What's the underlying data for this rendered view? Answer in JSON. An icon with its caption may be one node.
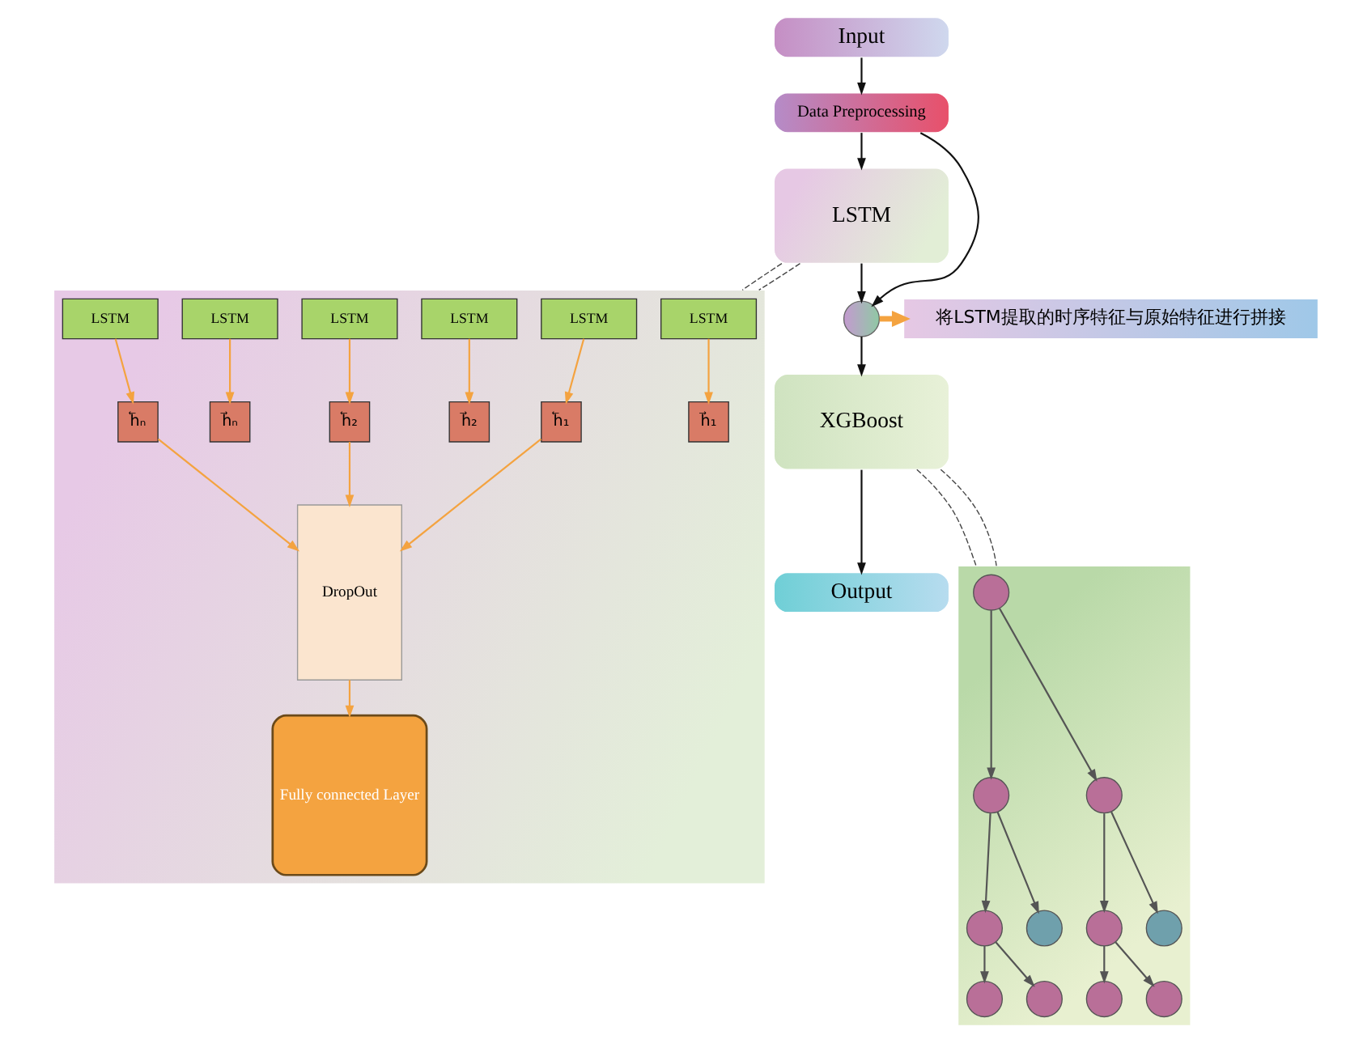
{
  "diagram": {
    "nodes": [
      {
        "text": [
          "Input"
        ]
      },
      {
        "text": [
          "Data Preprocessing"
        ]
      },
      {
        "text": [
          "LSTM"
        ]
      },
      {
        "text": [],
        "shape": "circle"
      },
      {
        "text": [
          "XGBoost"
        ]
      },
      {
        "text": [
          "Output"
        ]
      },
      {
        "text": [],
        "shape": "box"
      },
      {
        "text": [
          "LSTM"
        ],
        "in": 6
      },
      {
        "text": [
          "LSTM"
        ],
        "in": 6
      },
      {
        "text": [
          "LSTM"
        ],
        "in": 6
      },
      {
        "text": [
          "LSTM"
        ],
        "in": 6
      },
      {
        "text": [
          "LSTM"
        ],
        "in": 6
      },
      {
        "text": [
          "LSTM"
        ],
        "in": 6
      },
      {
        "text": [
          "h⃗₁"
        ],
        "in": 6
      },
      {
        "text": [
          "h⃖₁"
        ],
        "in": 6
      },
      {
        "text": [
          "h⃗₂"
        ],
        "in": 6
      },
      {
        "text": [
          "h⃖₂"
        ],
        "in": 6
      },
      {
        "text": [
          "h⃗ₙ"
        ],
        "in": 6
      },
      {
        "text": [
          "h⃖ₙ"
        ],
        "in": 6
      },
      {
        "text": [
          "DropOut"
        ],
        "in": 6
      },
      {
        "text": [
          "Fully connected Layer"
        ],
        "in": 6
      },
      {
        "text": [
          "将LSTM提取的时序特征与原始特征进行拼接"
        ]
      },
      {
        "text": [],
        "shape": "box"
      },
      {
        "text": [],
        "shape": "circle",
        "in": 22
      },
      {
        "text": [],
        "shape": "circle",
        "in": 22
      },
      {
        "text": [],
        "shape": "circle",
        "in": 22
      },
      {
        "text": [],
        "shape": "circle",
        "in": 22
      },
      {
        "text": [],
        "shape": "circle",
        "in": 22
      },
      {
        "text": [],
        "shape": "circle",
        "in": 22
      },
      {
        "text": [],
        "shape": "circle",
        "in": 22
      },
      {
        "text": [],
        "shape": "circle",
        "in": 22
      },
      {
        "text": [],
        "shape": "circle",
        "in": 22
      },
      {
        "text": [],
        "shape": "circle",
        "in": 22
      },
      {
        "text": [],
        "shape": "circle",
        "in": 22
      }
    ],
    "edges": [
      {
        "from": 0,
        "to": 1,
        "arrow": "to",
        "color": "#111111"
      },
      {
        "from": 1,
        "to": 2,
        "arrow": "to",
        "color": "#111111"
      },
      {
        "from": 1,
        "to": 3,
        "arrow": "to",
        "color": "#111111"
      },
      {
        "from": 2,
        "to": 3,
        "arrow": "to",
        "color": "#111111"
      },
      {
        "from": 3,
        "to": 4,
        "arrow": "to",
        "color": "#111111"
      },
      {
        "from": 4,
        "to": 5,
        "arrow": "to",
        "color": "#111111"
      },
      {
        "from": 3,
        "to": 21,
        "arrow": "to",
        "style": "thick",
        "color": "#f4a340"
      },
      {
        "from": 2,
        "to": 6,
        "arrow": "none",
        "style": "dashed",
        "color": "#444444"
      },
      {
        "from": 2,
        "to": 6,
        "arrow": "none",
        "style": "dashed",
        "color": "#444444"
      },
      {
        "from": 7,
        "to": 13,
        "arrow": "to",
        "color": "#f4a340"
      },
      {
        "from": 8,
        "to": 14,
        "arrow": "to",
        "color": "#f4a340"
      },
      {
        "from": 9,
        "to": 15,
        "arrow": "to",
        "color": "#f4a340"
      },
      {
        "from": 10,
        "to": 16,
        "arrow": "to",
        "color": "#f4a340"
      },
      {
        "from": 11,
        "to": 17,
        "arrow": "to",
        "color": "#f4a340"
      },
      {
        "from": 12,
        "to": 18,
        "arrow": "to",
        "color": "#f4a340"
      },
      {
        "from": 14,
        "to": 19,
        "arrow": "to",
        "color": "#f4a340"
      },
      {
        "from": 16,
        "to": 19,
        "arrow": "to",
        "color": "#f4a340"
      },
      {
        "from": 18,
        "to": 19,
        "arrow": "to",
        "color": "#f4a340"
      },
      {
        "from": 19,
        "to": 20,
        "arrow": "to",
        "color": "#f4a340"
      },
      {
        "from": 4,
        "to": 22,
        "arrow": "none",
        "style": "dashed",
        "color": "#444444"
      },
      {
        "from": 4,
        "to": 22,
        "arrow": "none",
        "style": "dashed",
        "color": "#444444"
      },
      {
        "from": 23,
        "to": 24,
        "arrow": "to",
        "color": "#555555"
      },
      {
        "from": 23,
        "to": 25,
        "arrow": "to",
        "color": "#555555"
      },
      {
        "from": 24,
        "to": 26,
        "arrow": "to",
        "color": "#555555"
      },
      {
        "from": 24,
        "to": 27,
        "arrow": "to",
        "color": "#555555"
      },
      {
        "from": 25,
        "to": 28,
        "arrow": "to",
        "color": "#555555"
      },
      {
        "from": 25,
        "to": 29,
        "arrow": "to",
        "color": "#555555"
      },
      {
        "from": 26,
        "to": 30,
        "arrow": "to",
        "color": "#555555"
      },
      {
        "from": 26,
        "to": 31,
        "arrow": "to",
        "color": "#555555"
      },
      {
        "from": 28,
        "to": 32,
        "arrow": "to",
        "color": "#555555"
      },
      {
        "from": 28,
        "to": 33,
        "arrow": "to",
        "color": "#555555"
      }
    ]
  }
}
